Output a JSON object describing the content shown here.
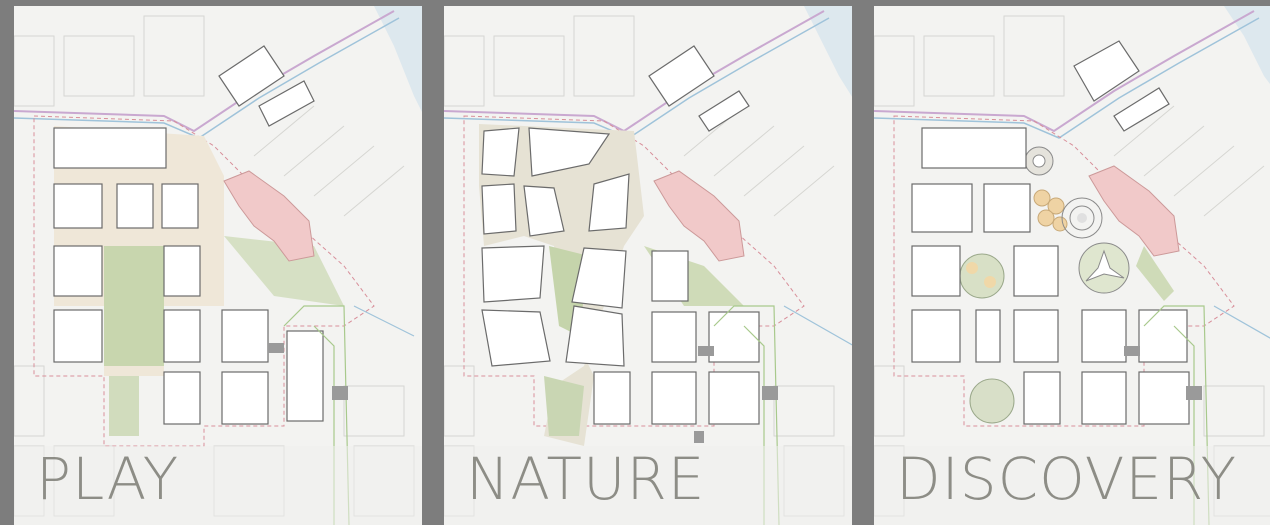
{
  "panels": [
    {
      "id": "play",
      "caption": "PLAY"
    },
    {
      "id": "nature",
      "caption": "NATURE"
    },
    {
      "id": "discovery",
      "caption": "DISCOVERY"
    }
  ],
  "colors": {
    "background": "#7d7d7d",
    "panel": "#f3f3f1",
    "caption": "#8d8d86",
    "park_green": "#c7d4b0",
    "plaza_tan": "#e7dcc8",
    "historic_pink": "#f1c9c9",
    "boundary_red": "#d88f9a",
    "water_blue": "#cfe3f0",
    "transit_line": "#d9a0c0"
  }
}
